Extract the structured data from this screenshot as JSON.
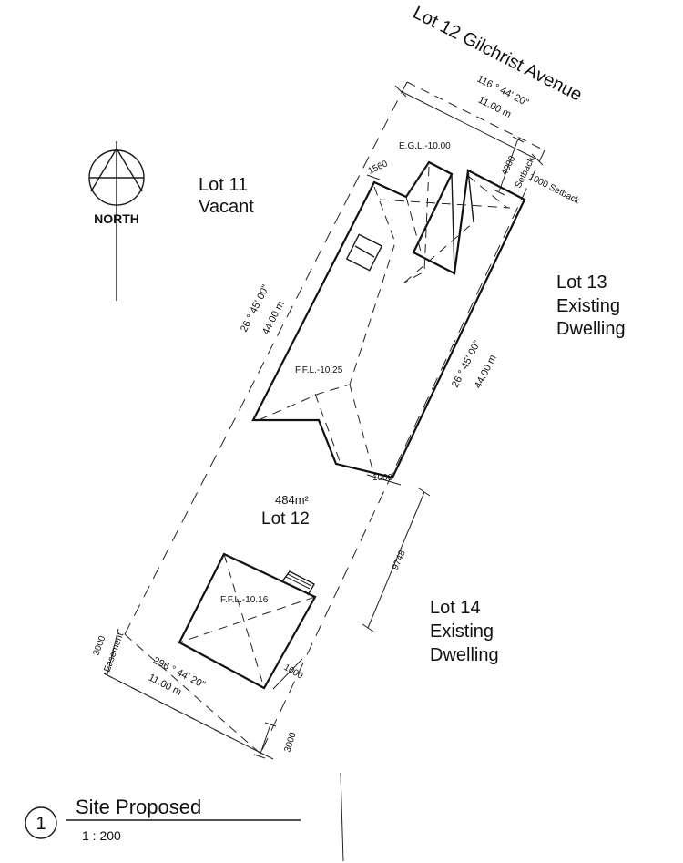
{
  "street_label": "Lot 12 Gilchrist Avenue",
  "front_boundary": {
    "bearing": "116 ° 44' 20\"",
    "length": "11.00 m"
  },
  "rear_boundary": {
    "bearing": "296 ° 44' 20\"",
    "length": "11.00 m"
  },
  "left_boundary": {
    "bearing": "26 ° 45' 00\"",
    "length": "44.00 m"
  },
  "right_boundary": {
    "bearing": "26 ° 45' 00\"",
    "length": "44.00 m"
  },
  "north": {
    "label": "NORTH"
  },
  "egl": "E.G.L.-10.00",
  "house_ffl": "F.F.L.-10.25",
  "shed_ffl": "F.F.L.-10.16",
  "lot11": {
    "line1": "Lot 11",
    "line2": "Vacant"
  },
  "lot13": {
    "line1": "Lot 13",
    "line2": "Existing",
    "line3": "Dwelling"
  },
  "lot14": {
    "line1": "Lot 14",
    "line2": "Existing",
    "line3": "Dwelling"
  },
  "lot12": {
    "area": "484m²",
    "label": "Lot 12"
  },
  "dims": {
    "d1560": "1560",
    "d4000": "4000",
    "setback_side": "Setback",
    "setback_front": "1000 Setback",
    "d1000_house": "1000",
    "d9748": "9748",
    "d1000_shed": "1000",
    "d3000_rear": "3000",
    "easement_value": "3000",
    "easement_label": "Easement"
  },
  "title_block": {
    "number": "1",
    "title": "Site Proposed",
    "scale": "1 : 200"
  }
}
